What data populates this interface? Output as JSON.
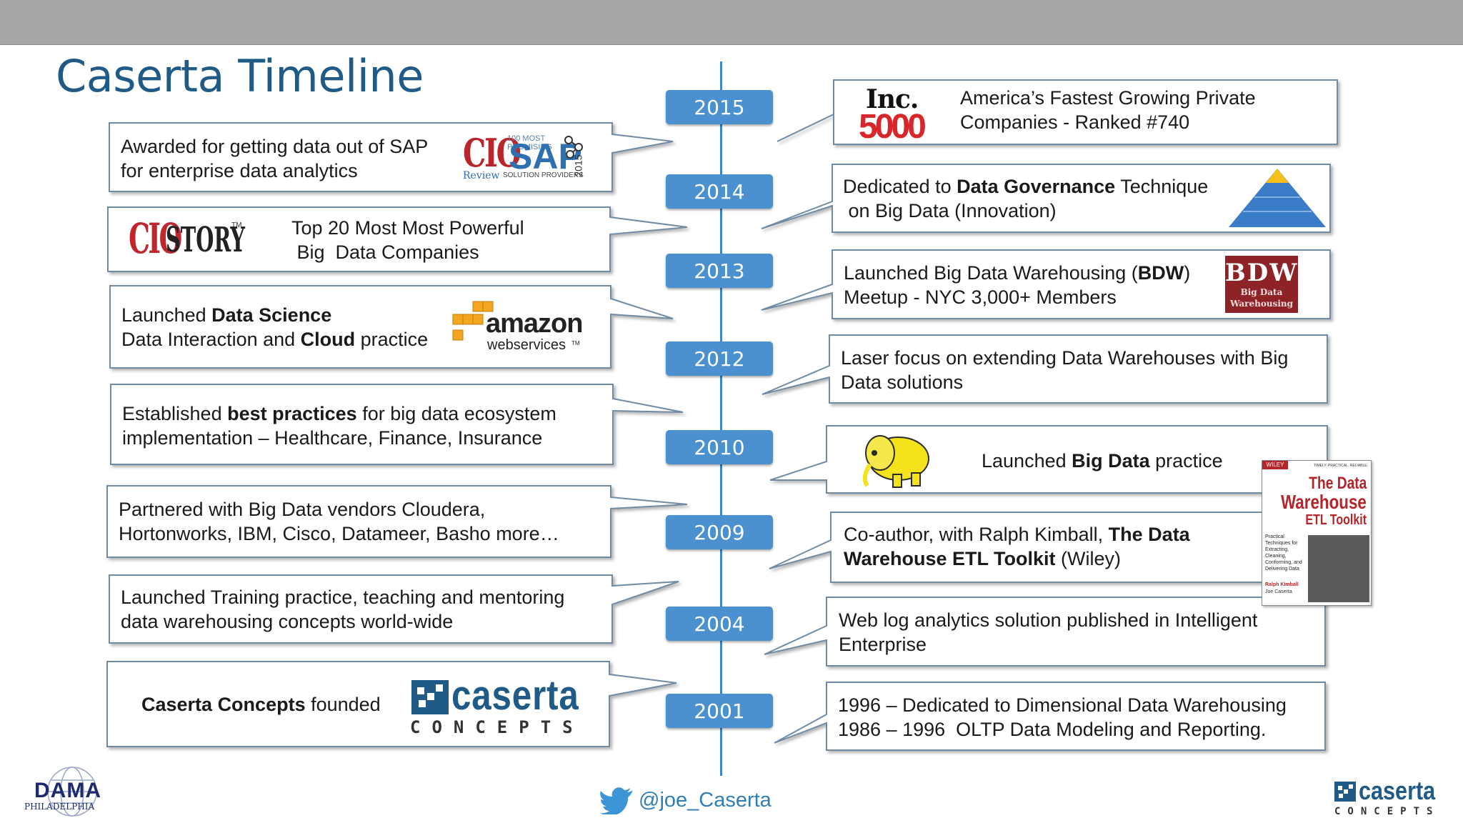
{
  "slide": {
    "title": "Caserta Timeline",
    "twitter_handle": "@joe_Caserta"
  },
  "years": [
    "2015",
    "2014",
    "2013",
    "2012",
    "2010",
    "2009",
    "2004",
    "2001"
  ],
  "left_events": [
    {
      "line1": "Awarded for getting data out of SAP",
      "line2": "for enterprise data analytics"
    },
    {
      "line1": "Top 20 Most Most Powerful",
      "line2": " Big  Data Companies"
    },
    {
      "line1_pre": "Launched ",
      "line1_bold": "Data Science",
      "line2_pre": "Data Interaction and ",
      "line2_bold": "Cloud",
      "line2_post": " practice"
    },
    {
      "line1_pre": "Established ",
      "line1_bold": "best practices",
      "line1_post": " for big data ecosystem",
      "line2": "implementation – Healthcare, Finance, Insurance"
    },
    {
      "line1": "Partnered with Big Data vendors Cloudera,",
      "line2": "Hortonworks, IBM, Cisco, Datameer, Basho more…"
    },
    {
      "line1": "Launched Training practice, teaching and mentoring",
      "line2": "data warehousing concepts world-wide"
    },
    {
      "bold": "Caserta Concepts",
      "post": " founded"
    }
  ],
  "right_events": [
    {
      "line1": "America’s Fastest Growing Private",
      "line2": "Companies - Ranked #740"
    },
    {
      "line1_pre": "Dedicated to ",
      "line1_bold": "Data Governance",
      "line1_post": " Technique",
      "line2": " on Big Data (Innovation)"
    },
    {
      "line1_pre": "Launched Big Data Warehousing (",
      "line1_bold": "BDW",
      "line1_post": ")",
      "line2": "Meetup - NYC 3,000+ Members"
    },
    {
      "line1": "Laser focus on extending Data Warehouses with Big",
      "line2": "Data solutions"
    },
    {
      "pre": "Launched ",
      "bold": "Big Data",
      "post": " practice"
    },
    {
      "line1_pre": "Co-author, with Ralph Kimball, ",
      "line1_bold": "The Data",
      "line2_bold": "Warehouse ETL Toolkit",
      "line2_post": " (Wiley)"
    },
    {
      "line1": "Web log analytics solution published in Intelligent",
      "line2": "Enterprise"
    },
    {
      "line1": "1996 – Dedicated to Dimensional Data Warehousing",
      "line2": "1986 – 1996  OLTP Data Modeling and Reporting."
    }
  ],
  "logos": {
    "cio_review": {
      "main": "CIO",
      "sap": "SAP",
      "top": "100 MOST PROMISING",
      "review": "Review",
      "sub": "SOLUTION PROVIDERS",
      "year": "2015"
    },
    "cio_story": {
      "cio": "CIO",
      "story": "STORY",
      "tm": "TM"
    },
    "amazon": {
      "name": "amazon",
      "sub": "webservices",
      "tm": "TM"
    },
    "caserta_main": {
      "name": "caserta",
      "sub": "CONCEPTS"
    },
    "inc": {
      "name": "Inc.",
      "number": "5000"
    },
    "bdw": {
      "title": "BDW",
      "line1": "Big Data",
      "line2": "Warehousing"
    },
    "etl_book": {
      "publisher": "WILEY",
      "tagline": "TIMELY. PRACTICAL. RELIABLE.",
      "title1": "The Data",
      "title2": "Warehouse",
      "title3": "ETL Toolkit",
      "blurb": "Practical Techniques for Extracting, Cleaning, Conforming, and Delivering Data",
      "author1": "Ralph Kimball",
      "author2": "Joe Caserta"
    },
    "dama": {
      "name": "DAMA",
      "sub": "PHILADELPHIA"
    },
    "caserta_footer": {
      "name": "caserta",
      "sub": "CONCEPTS"
    }
  },
  "colors": {
    "title": "#1f5b86",
    "year_box": "#4b91cf",
    "axis": "#3b86c6",
    "topbar": "#a6a6a6",
    "twitter": "#2f7fb5"
  }
}
